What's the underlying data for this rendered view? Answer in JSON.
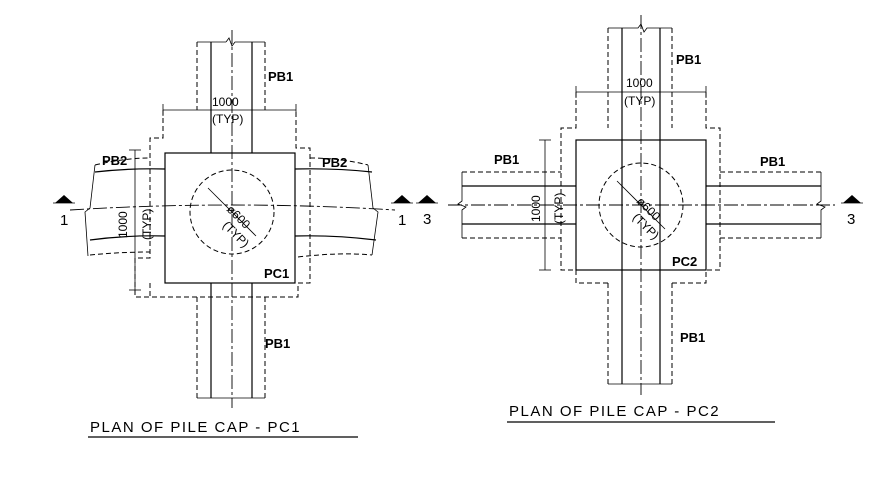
{
  "plan_pc1": {
    "title": "PLAN OF PILE CAP - PC1",
    "beam_top_label": "PB1",
    "beam_bottom_label": "PB1",
    "beam_left_label": "PB2",
    "beam_right_label": "PB2",
    "cap_label": "PC1",
    "dim_horizontal": "1000",
    "dim_horizontal_note": "(TYP)",
    "dim_vertical": "1000",
    "dim_vertical_note": "(TYP)",
    "pile_dia": "ø600",
    "pile_note": "(TYP)",
    "section_left": "1",
    "section_right": "1"
  },
  "plan_pc2": {
    "title": "PLAN OF PILE CAP - PC2",
    "beam_top_label": "PB1",
    "beam_bottom_label": "PB1",
    "beam_left_label": "PB1",
    "beam_right_label": "PB1",
    "cap_label": "PC2",
    "dim_horizontal": "1000",
    "dim_horizontal_note": "(TYP)",
    "dim_vertical": "1000",
    "dim_vertical_note": "(TYP)",
    "pile_dia": "ø600",
    "pile_note": "(TYP)",
    "section_left": "3",
    "section_right": "3"
  }
}
